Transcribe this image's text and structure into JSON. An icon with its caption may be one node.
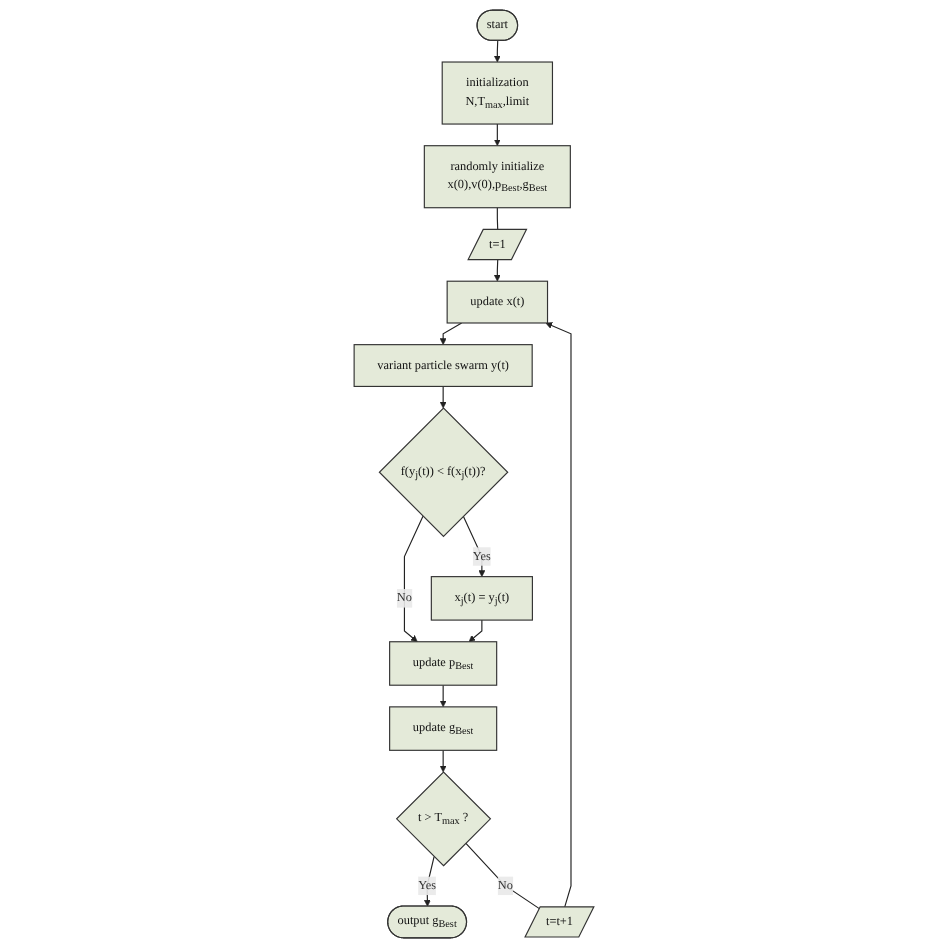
{
  "diagram": {
    "nodes": [
      {
        "text": [
          "start"
        ]
      },
      {
        "text": [
          "initialization",
          "N,T$_{max}$,limit"
        ]
      },
      {
        "text": [
          "randomly initialize",
          "x(0),v(0),p$_{Best}$,g$_{Best}$"
        ]
      },
      {
        "text": [
          "t=1"
        ]
      },
      {
        "text": [
          "update x(t)"
        ]
      },
      {
        "text": [
          "variant particle swarm y(t)"
        ]
      },
      {
        "text": [
          "t=t+1"
        ]
      },
      {
        "text": [
          "f(y$_{j}$(t)) < f(x$_{j}$(t))?"
        ]
      },
      {
        "text": [
          "x$_{j}$(t) = y$_{j}$(t)"
        ]
      },
      {
        "text": [
          "update p$_{Best}$"
        ]
      },
      {
        "text": [
          "update g$_{Best}$"
        ]
      },
      {
        "text": [
          "t > T$_{max}$ ?"
        ]
      },
      {
        "text": [
          "output g$_{Best}$"
        ]
      }
    ],
    "edges": [
      {
        "from": 0,
        "to": 1,
        "arrow": "to"
      },
      {
        "from": 1,
        "to": 2,
        "arrow": "to"
      },
      {
        "from": 2,
        "to": 3,
        "arrow": "none"
      },
      {
        "from": 3,
        "to": 4,
        "arrow": "to"
      },
      {
        "from": 4,
        "to": 5,
        "arrow": "to"
      },
      {
        "from": 5,
        "to": 7,
        "arrow": "to"
      },
      {
        "from": 7,
        "to": 8,
        "arrow": "to",
        "label": "Yes"
      },
      {
        "from": 7,
        "to": 9,
        "arrow": "to",
        "label": "No"
      },
      {
        "from": 8,
        "to": 9,
        "arrow": "to"
      },
      {
        "from": 9,
        "to": 10,
        "arrow": "to"
      },
      {
        "from": 10,
        "to": 11,
        "arrow": "to"
      },
      {
        "from": 11,
        "to": 12,
        "arrow": "to",
        "label": "Yes"
      },
      {
        "from": 11,
        "to": 6,
        "arrow": "none",
        "label": "No"
      },
      {
        "from": 6,
        "to": 4,
        "arrow": "to"
      }
    ]
  }
}
